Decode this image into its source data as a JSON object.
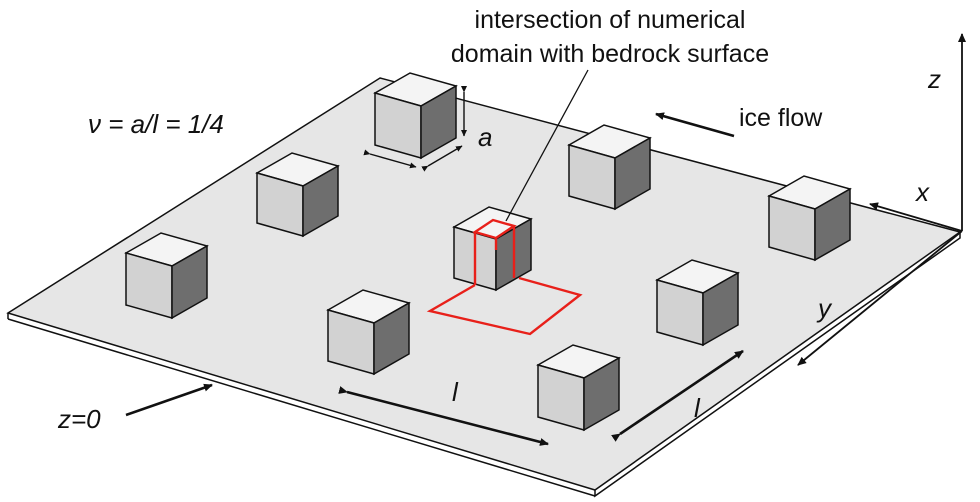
{
  "labels": {
    "annotation_line1": "intersection of numerical",
    "annotation_line2": "domain with bedrock surface",
    "ratio": "ν = a/l = 1/4",
    "ice_flow": "ice flow",
    "axis_z": "z",
    "axis_x": "x",
    "axis_y": "y",
    "cube_size": "a",
    "spacing_l_front": "l",
    "spacing_l_side": "l",
    "plane": "z=0"
  },
  "colors": {
    "plate": "#e6e6e6",
    "cube_front": "#d2d2d2",
    "cube_top": "#f4f4f4",
    "cube_side": "#6e6e6e",
    "domain_outline": "#e8201a",
    "ink": "#111111"
  }
}
